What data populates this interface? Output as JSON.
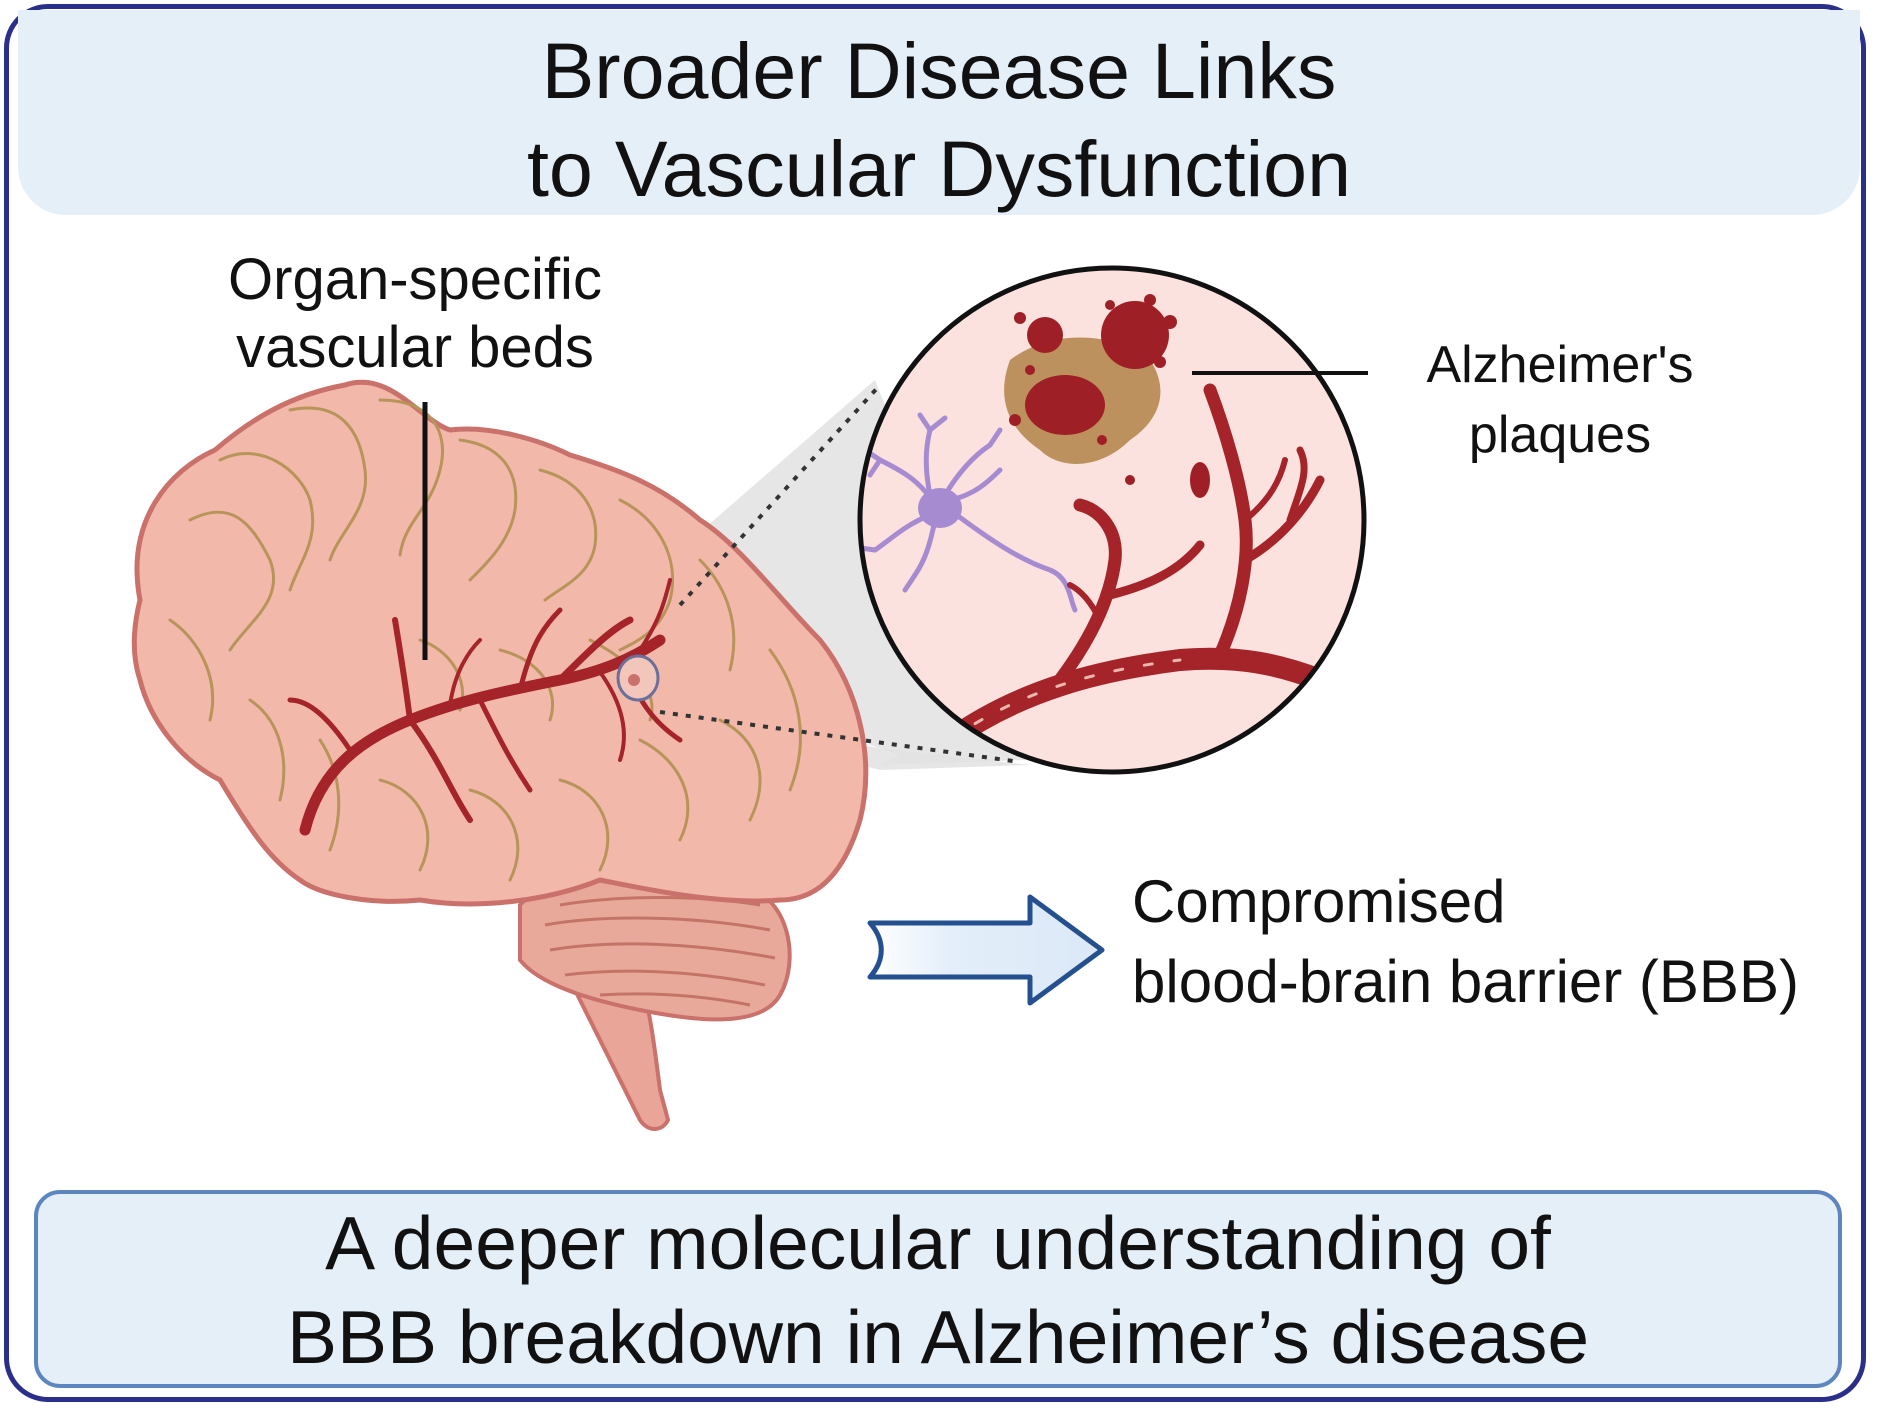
{
  "title": {
    "line1": "Broader Disease Links",
    "line2": "to Vascular Dysfunction"
  },
  "labels": {
    "organ_line1": "Organ-specific",
    "organ_line2": "vascular beds",
    "plaques_line1": "Alzheimer's",
    "plaques_line2": "plaques",
    "bbb_line1": "Compromised",
    "bbb_line2": "blood-brain barrier (BBB)"
  },
  "footer": {
    "line1": "A deeper molecular understanding of",
    "line2": "BBB breakdown in Alzheimer’s disease"
  },
  "colors": {
    "frame": "#2a2f8a",
    "banner_fill": "#e4eff8",
    "footer_border": "#5d86bf",
    "brain_fill": "#f2b9ab",
    "brain_outline": "#c9716a",
    "gyri": "#b8935a",
    "vessel": "#a5242a",
    "plaque_core": "#9e1f26",
    "plaque_halo": "#b5884f",
    "neuron": "#a78bd0",
    "arrow_outline": "#24508f",
    "arrow_fill": "#e3eefa"
  },
  "icons": [
    "brain-icon",
    "zoom-circle-icon",
    "neuron-icon",
    "plaque-icon",
    "blood-vessel-icon",
    "right-arrow-icon"
  ]
}
